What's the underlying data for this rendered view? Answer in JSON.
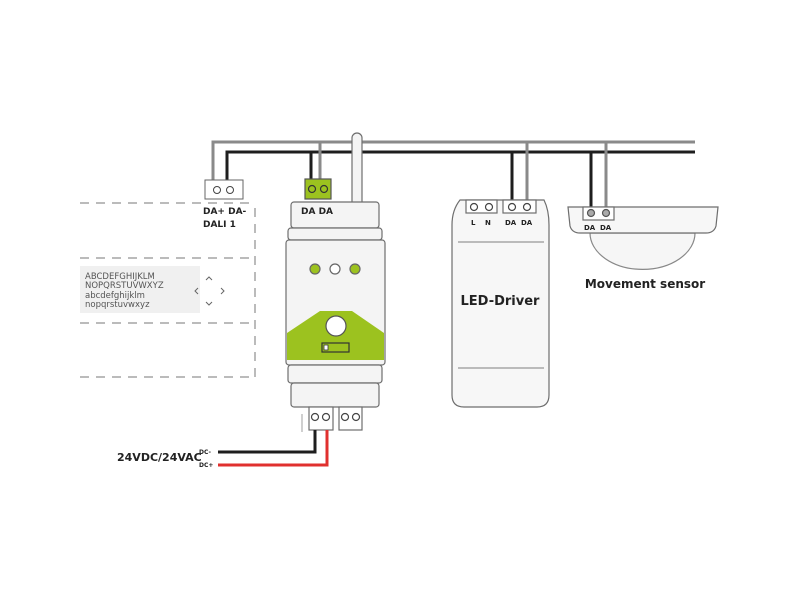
{
  "colors": {
    "bus_gray": "#8a8a8a",
    "bus_black": "#1e1e1e",
    "accent_green": "#9cc21f",
    "power_red": "#e0302e",
    "device_fill": "#f4f4f4",
    "outline": "#6e6e6e"
  },
  "dali_terminal": {
    "pins_label": "DA+ DA-",
    "name_label": "DALI 1"
  },
  "gateway": {
    "terminal_label": "DA DA",
    "leds": [
      "green",
      "white",
      "green"
    ],
    "icons": [
      "antenna-icon",
      "button-icon",
      "switch-icon"
    ]
  },
  "placeholder_panel": {
    "lines": [
      "ABCDEFGHIJKLM",
      "NOPQRSTUVWXYZ",
      "abcdefghijklm",
      "nopqrstuvwxyz"
    ],
    "arrows": [
      "chevron-up-icon",
      "chevron-left-icon",
      "chevron-right-icon",
      "chevron-down-icon"
    ]
  },
  "power": {
    "label": "24VDC/24VAC",
    "minus": "DC-",
    "plus": "DC+"
  },
  "led_driver": {
    "title": "LED-Driver",
    "terminals": [
      "L",
      "N",
      "DA",
      "DA"
    ]
  },
  "sensor": {
    "title": "Movement sensor",
    "terminals": [
      "DA",
      "DA"
    ]
  }
}
